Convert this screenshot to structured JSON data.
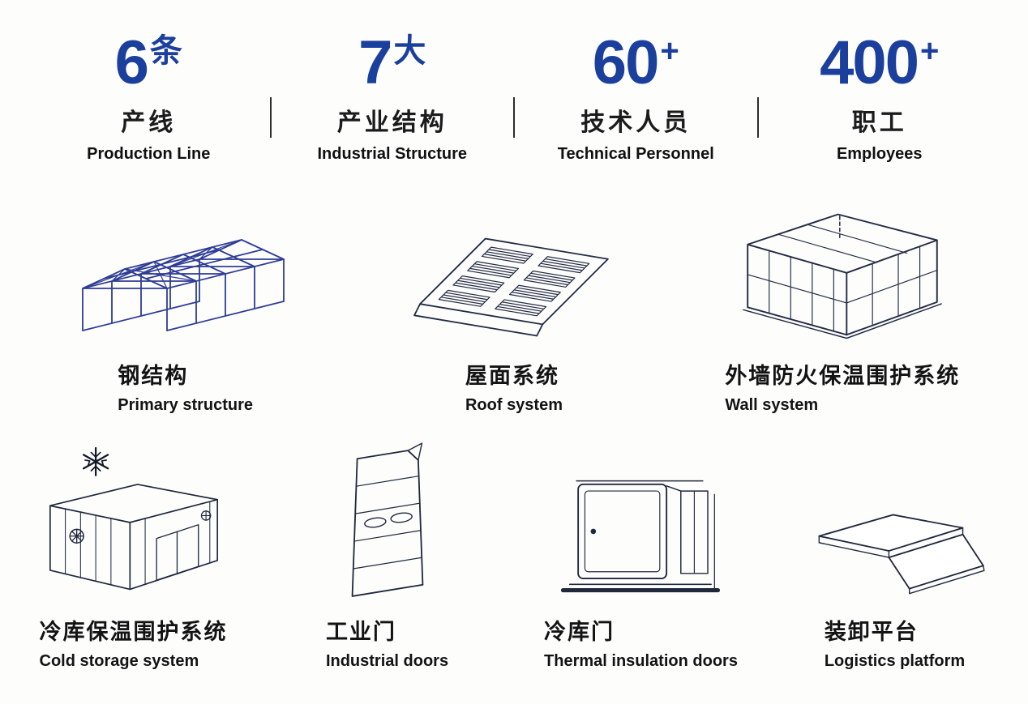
{
  "colors": {
    "accent_blue": "#1b3f9c",
    "steel_line_blue": "#2e3c96",
    "drawing_line": "#242c44",
    "text_dark": "#131313",
    "divider": "#2d2d2d"
  },
  "stats": [
    {
      "value": "6",
      "unit": "条",
      "label_cn": "产线",
      "label_en": "Production Line"
    },
    {
      "value": "7",
      "unit": "大",
      "label_cn": "产业结构",
      "label_en": "Industrial Structure"
    },
    {
      "value": "60",
      "unit": "+",
      "label_cn": "技术人员",
      "label_en": "Technical Personnel"
    },
    {
      "value": "400",
      "unit": "+",
      "label_cn": "职工",
      "label_en": "Employees"
    }
  ],
  "products": {
    "row1": [
      {
        "title_cn": "钢结构",
        "title_en": "Primary structure",
        "icon": "steel-structure-icon"
      },
      {
        "title_cn": "屋面系统",
        "title_en": "Roof system",
        "icon": "roof-system-icon"
      },
      {
        "title_cn": "外墙防火保温围护系统",
        "title_en": "Wall system",
        "icon": "wall-system-icon"
      }
    ],
    "row2": [
      {
        "title_cn": "冷库保温围护系统",
        "title_en": "Cold storage system",
        "icon": "cold-storage-icon"
      },
      {
        "title_cn": "工业门",
        "title_en": "Industrial doors",
        "icon": "industrial-door-icon"
      },
      {
        "title_cn": "冷库门",
        "title_en": "Thermal insulation doors",
        "icon": "cold-storage-door-icon"
      },
      {
        "title_cn": "装卸平台",
        "title_en": "Logistics platform",
        "icon": "loading-dock-icon"
      }
    ]
  }
}
